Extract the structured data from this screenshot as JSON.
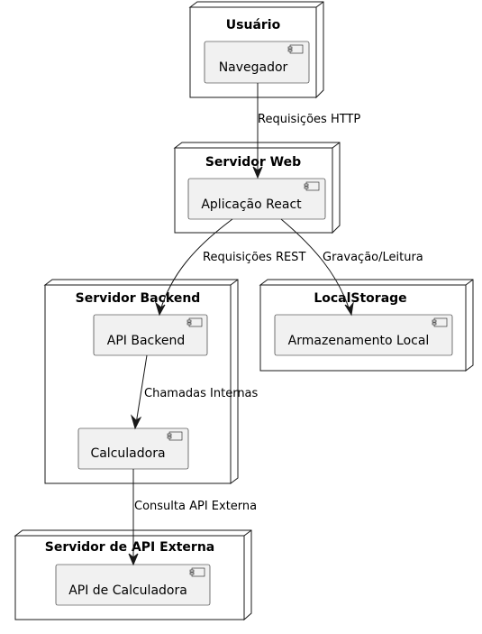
{
  "nodes": {
    "usuario": {
      "title": "Usuário",
      "component": "Navegador"
    },
    "web": {
      "title": "Servidor Web",
      "component": "Aplicação React"
    },
    "backend": {
      "title": "Servidor Backend",
      "components": {
        "api": "API Backend",
        "calc": "Calculadora"
      }
    },
    "storage": {
      "title": "LocalStorage",
      "component": "Armazenamento Local"
    },
    "external": {
      "title": "Servidor de API Externa",
      "component": "API de Calculadora"
    }
  },
  "edges": {
    "http": "Requisições HTTP",
    "rest": "Requisições REST",
    "storage": "Gravação/Leitura",
    "internal": "Chamadas Internas",
    "external": "Consulta API Externa"
  },
  "colors": {
    "component_fill": "#f1f1f1",
    "stroke": "#181818",
    "node_fill": "#ffffff"
  }
}
